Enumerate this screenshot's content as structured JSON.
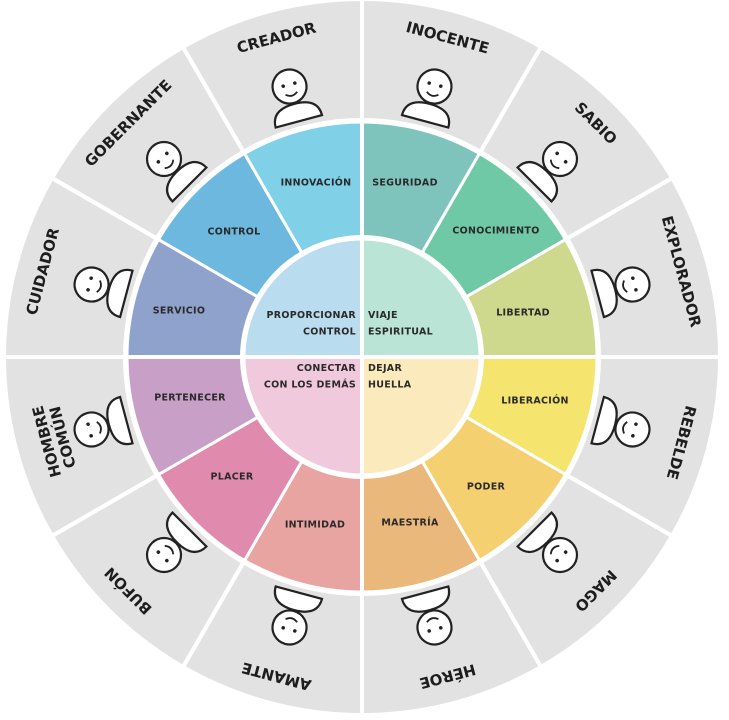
{
  "archetypes": [
    {
      "name": "INOCENTE",
      "icon": "baby-face-icon"
    },
    {
      "name": "SABIO",
      "icon": "sage-icon"
    },
    {
      "name": "EXPLORADOR",
      "icon": "astronaut-icon"
    },
    {
      "name": "REBELDE",
      "icon": "rebel-icon"
    },
    {
      "name": "MAGO",
      "icon": "wizard-icon"
    },
    {
      "name": "HÉROE",
      "icon": "masked-hero-icon"
    },
    {
      "name": "AMANTE",
      "icon": "lover-icon"
    },
    {
      "name": "BUFÓN",
      "icon": "jester-icon"
    },
    {
      "name": "HOMBRE COMÚN",
      "lines": [
        "HOMBRE",
        "COMÚN"
      ],
      "icon": "everyman-icon"
    },
    {
      "name": "CUIDADOR",
      "icon": "caregiver-icon"
    },
    {
      "name": "GOBERNANTE",
      "icon": "ruler-crown-icon"
    },
    {
      "name": "CREADOR",
      "icon": "creator-orbit-icon"
    }
  ],
  "values": [
    {
      "label": "SEGURIDAD",
      "color": "#7ec4bd"
    },
    {
      "label": "CONOCIMIENTO",
      "color": "#6fc9a7"
    },
    {
      "label": "LIBERTAD",
      "color": "#cfd98e"
    },
    {
      "label": "LIBERACIÓN",
      "color": "#f5e46d"
    },
    {
      "label": "PODER",
      "color": "#f5d071"
    },
    {
      "label": "MAESTRÍA",
      "color": "#ebb87b"
    },
    {
      "label": "INTIMIDAD",
      "color": "#e8a4a1"
    },
    {
      "label": "PLACER",
      "color": "#e08aae"
    },
    {
      "label": "PERTENECER",
      "color": "#c89fc6"
    },
    {
      "label": "SERVICIO",
      "color": "#8fa2cc"
    },
    {
      "label": "CONTROL",
      "color": "#6db8de"
    },
    {
      "label": "INNOVACIÓN",
      "color": "#80d0e8"
    }
  ],
  "core": [
    {
      "lines": [
        "VIAJE",
        "ESPIRITUAL"
      ],
      "color": "#bae5d6"
    },
    {
      "lines": [
        "DEJAR",
        "HUELLA"
      ],
      "color": "#fbeabc"
    },
    {
      "lines": [
        "CONECTAR",
        "CON LOS DEMÁS"
      ],
      "color": "#f0c9dd"
    },
    {
      "lines": [
        "PROPORCIONAR",
        "CONTROL"
      ],
      "color": "#b9dcee"
    }
  ],
  "colors": {
    "outer_ring": "#e2e2e3",
    "separator": "#ffffff"
  }
}
